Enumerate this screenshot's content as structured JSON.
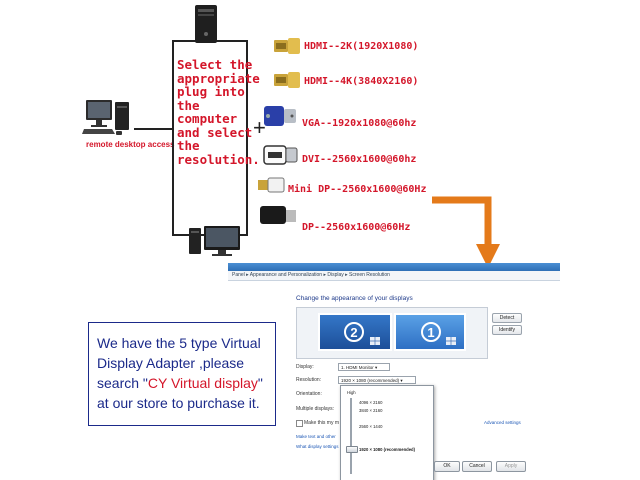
{
  "instruction": {
    "lines": [
      "Select the",
      "appropriate",
      "plug into",
      "the",
      "computer",
      "and select",
      "the",
      "resolution."
    ]
  },
  "remote_label": "remote desktop access",
  "plus_sign": "+",
  "plugs": [
    {
      "icon": "hdmi-2k-plug-icon",
      "label": "HDMI--2K(1920X1080)"
    },
    {
      "icon": "hdmi-4k-plug-icon",
      "label": "HDMI--4K(3840X2160)"
    },
    {
      "icon": "vga-plug-icon",
      "label": "VGA--1920x1080@60hz"
    },
    {
      "icon": "dvi-plug-icon",
      "label": "DVI--2560x1600@60hz"
    },
    {
      "icon": "mini-dp-plug-icon",
      "label": "Mini DP--2560x1600@60Hz"
    },
    {
      "icon": "dp-plug-icon",
      "label": "DP--2560x1600@60Hz"
    }
  ],
  "dialog": {
    "breadcrumb": "Panel ▸ Appearance and Personalization ▸ Display ▸ Screen Resolution",
    "title": "Change the appearance of your displays",
    "monitor_numbers": [
      "2",
      "1"
    ],
    "detect_label": "Detect",
    "identify_label": "Identify",
    "display_label": "Display:",
    "display_value": "1. HDMI Monitor ▾",
    "resolution_label": "Resolution:",
    "resolution_value": "1920 × 1080 (recommended) ▾",
    "orientation_label": "Orientation:",
    "multiple_label": "Multiple displays:",
    "make_main_label": "Make this my m",
    "advanced_link": "Advanced settings",
    "link1": "Make text and other",
    "link2": "What display settings",
    "dropdown": {
      "high": "High",
      "options": [
        "4096 × 2160",
        "3840 × 2160",
        "2560 × 1440",
        "1920 × 1080 (recommended)"
      ],
      "selected_index": 3
    },
    "ok_label": "OK",
    "cancel_label": "Cancel",
    "apply_label": "Apply"
  },
  "note": {
    "line1": "We have the 5 type Virtual",
    "line2": "Display Adapter ,please",
    "line3_pre": "search \"",
    "line3_red": "CY Virtual display",
    "line3_post": "\"",
    "line4": "at our store to purchase it."
  },
  "colors": {
    "red_text": "#d4162a",
    "navy_text": "#1b2a8a",
    "arrow_orange": "#e47a1a",
    "window_blue": "#2e6fb5"
  }
}
